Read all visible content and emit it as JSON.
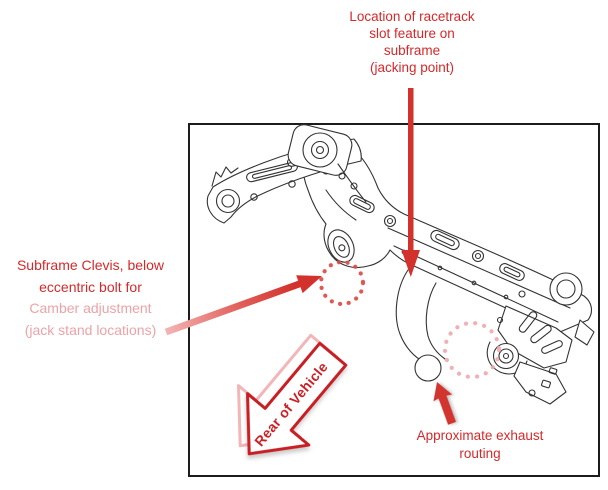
{
  "figure": {
    "labels": {
      "jacking_point": {
        "lines": [
          "Location of racetrack",
          "slot feature on",
          "subframe",
          "(jacking point)"
        ]
      },
      "clevis": {
        "lines": [
          {
            "text": "Subframe Clevis, below",
            "tone": "strong"
          },
          {
            "text": "eccentric bolt for",
            "tone": "strong"
          },
          {
            "text": "Camber adjustment",
            "tone": "pale"
          },
          {
            "text": "(jack stand locations)",
            "tone": "pale"
          }
        ]
      },
      "exhaust": {
        "lines": [
          "Approximate exhaust",
          "routing"
        ]
      },
      "rear_of_vehicle": "Rear of Vehicle"
    },
    "colors": {
      "annotation_red": "#d2322b",
      "annotation_pale_pink": "#f0aeb2",
      "caption_text_strong": "#d4292b",
      "caption_text_pale": "#eba3a8",
      "dotted_circle_red": "#dd4a44",
      "dotted_circle_pale": "#f0a8ac",
      "line_art": "#333333",
      "frame_border": "#1c1c1c",
      "background": "#ffffff"
    }
  }
}
